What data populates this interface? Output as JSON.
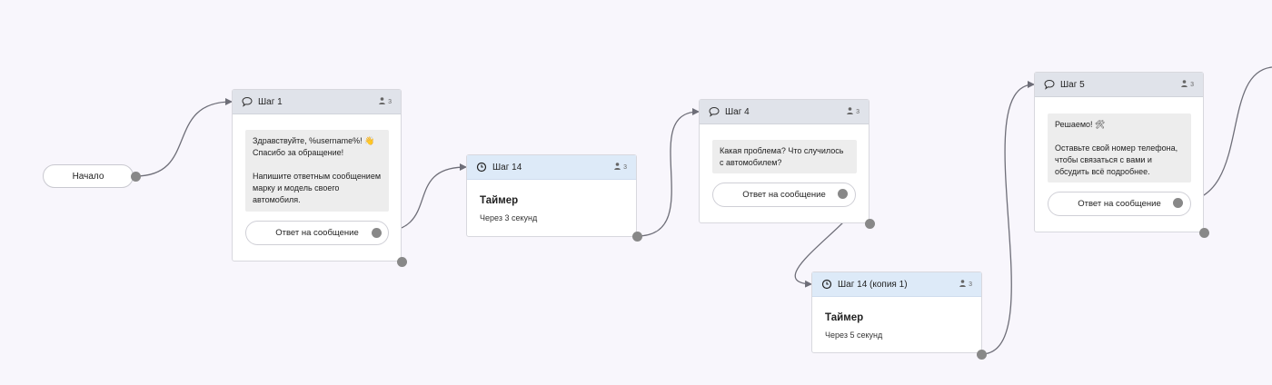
{
  "start": {
    "label": "Начало"
  },
  "step1": {
    "title": "Шаг 1",
    "count": "3",
    "message": "Здравствуйте, %username%! 👋\nСпасибо за обращение!\n\nНапишите ответным сообщением марку и модель своего автомобиля.",
    "reply": "Ответ на сообщение"
  },
  "timer14": {
    "title": "Шаг 14",
    "count": "3",
    "heading": "Таймер",
    "sub": "Через 3 секунд"
  },
  "step4": {
    "title": "Шаг 4",
    "count": "3",
    "message": "Какая проблема? Что случилось с автомобилем?",
    "reply": "Ответ на сообщение"
  },
  "timer14copy": {
    "title": "Шаг 14 (копия 1)",
    "count": "3",
    "heading": "Таймер",
    "sub": "Через 5 секунд"
  },
  "step5": {
    "title": "Шаг 5",
    "count": "3",
    "message": "Решаемо! 🛠\n\nОставьте свой номер телефона, чтобы связаться с вами и обсудить всё подробнее.",
    "reply": "Ответ на сообщение"
  },
  "icons": {
    "message": "speech-bubble-icon",
    "timer": "clock-icon",
    "users": "user-icon"
  },
  "colors": {
    "link": "#6e6e78",
    "port": "#888888",
    "header_message": "#e0e3ea",
    "header_timer": "#ddeaf8",
    "canvas": "#f8f6fc"
  }
}
